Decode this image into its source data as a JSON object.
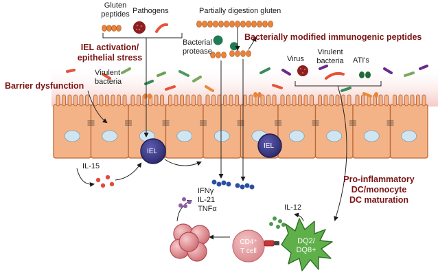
{
  "top_left": {
    "gluten_peptides": "Gluten\npeptides",
    "pathogens": "Pathogens"
  },
  "partially_digested_gluten": "Partially digestion gluten",
  "bacterially_modified": "Bacterially modified immunogenic peptides",
  "bacterial_protease": "Bacterial\nprotease",
  "iel_activation": "IEL activation/\nepithelial stress",
  "barrier_dysfunction": "Barrier dysfunction",
  "virulent_bacteria_left": "Virulent\nbacteria",
  "top_right": {
    "virus": "Virus",
    "virulent_bacteria": "Virulent\nbacteria",
    "atis": "ATI's"
  },
  "iel_label": "IEL",
  "il15": "IL-15",
  "cytokines": "IFNγ\nIL-21\nTNFα",
  "pro_inflammatory": "Pro-inflammatory\nDC/monocyte\nDC maturation",
  "il12": "IL-12",
  "cd4": "CD4⁺\nT cell",
  "dq": "DQ2/\nDQ8+",
  "colors": {
    "cell_fill": "#f4b386",
    "cell_stroke": "#b9683a",
    "nucleus": "#cfe6f2",
    "iel": "#3f3d8c",
    "red_text": "#7b1313",
    "dc_green": "#5fb04a",
    "tcell": "#e7a0a3"
  }
}
